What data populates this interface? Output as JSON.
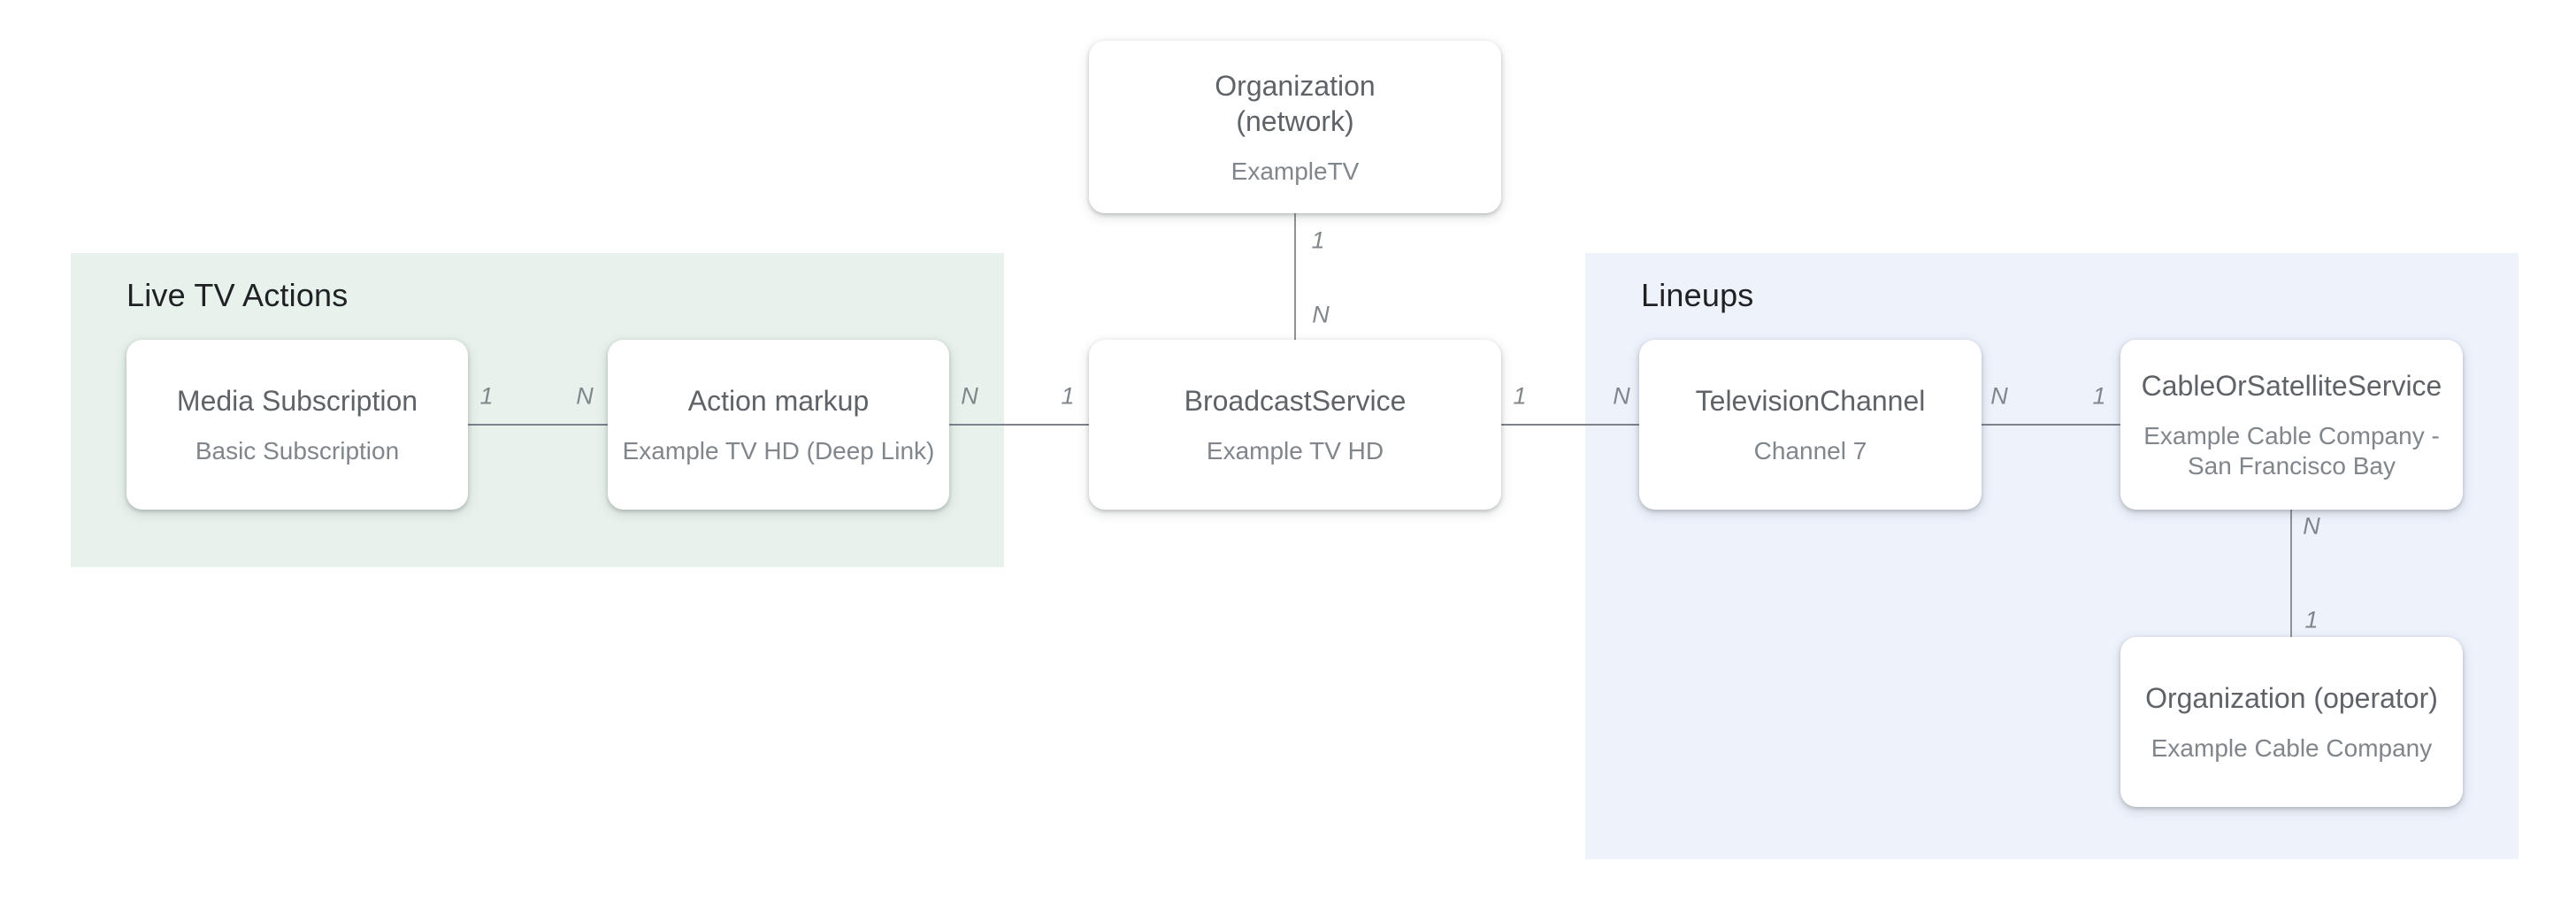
{
  "groups": {
    "live_tv_actions": {
      "label": "Live TV Actions"
    },
    "lineups": {
      "label": "Lineups"
    }
  },
  "nodes": {
    "org_network": {
      "title": "Organization\n(network)",
      "subtitle": "ExampleTV"
    },
    "media_subscription": {
      "title": "Media Subscription",
      "subtitle": "Basic Subscription"
    },
    "action_markup": {
      "title": "Action markup",
      "subtitle": "Example TV HD (Deep Link)"
    },
    "broadcast_service": {
      "title": "BroadcastService",
      "subtitle": "Example TV HD"
    },
    "television_channel": {
      "title": "TelevisionChannel",
      "subtitle": "Channel 7"
    },
    "cable_or_satellite_service": {
      "title": "CableOrSatelliteService",
      "subtitle": "Example Cable Company -\nSan Francisco Bay"
    },
    "org_operator": {
      "title": "Organization (operator)",
      "subtitle": "Example Cable Company"
    }
  },
  "cardinality": {
    "org_network_to_broadcast_service": [
      "1",
      "N"
    ],
    "media_subscription_to_action_markup": [
      "1",
      "N"
    ],
    "action_markup_to_broadcast_service": [
      "N",
      "1"
    ],
    "broadcast_service_to_television_channel": [
      "1",
      "N"
    ],
    "television_channel_to_cable_or_satellite_service": [
      "N",
      "1"
    ],
    "cable_or_satellite_service_to_org_operator": [
      "N",
      "1"
    ]
  },
  "colors": {
    "live_tv_actions_panel": "#e8f2ec",
    "lineups_panel": "#edf2fb",
    "node_background": "#ffffff",
    "node_title_text": "#5f6368",
    "node_subtitle_text": "#80868b",
    "group_heading_text": "#202124",
    "connector_line": "#7d838a",
    "cardinality_text": "#80868b"
  }
}
